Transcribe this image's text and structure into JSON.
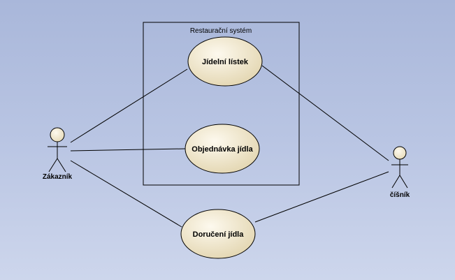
{
  "system": {
    "title": "Restaurační systém"
  },
  "use_cases": {
    "menu": "Jídelní lístek",
    "order": "Objednávka jídla",
    "delivery": "Doručení jídla"
  },
  "actors": {
    "customer": "Zákazník",
    "waiter": "číšník"
  },
  "colors": {
    "ellipse_fill_light": "#fbf6e6",
    "ellipse_fill_dark": "#e6dbb9",
    "stroke": "#000000"
  }
}
